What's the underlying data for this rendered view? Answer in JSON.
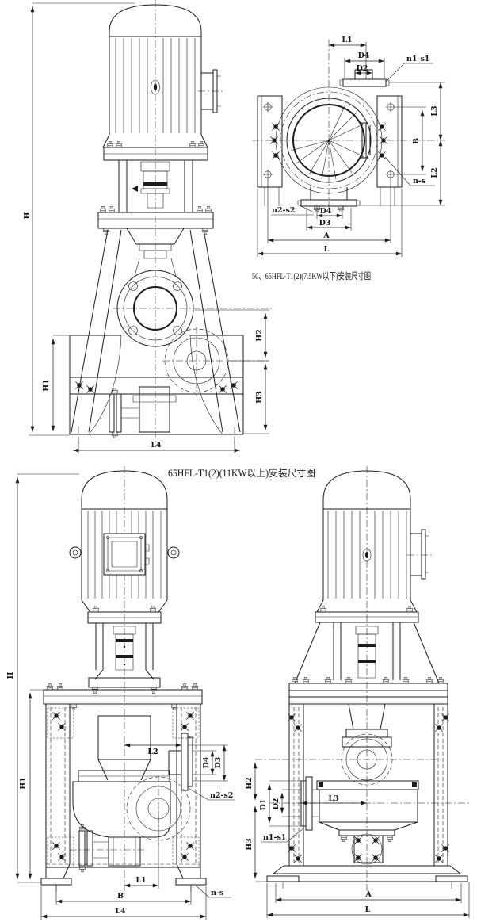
{
  "page": {
    "background": "#ffffff",
    "line_color": "#1b1b1b"
  },
  "captions": {
    "plan_small": "50、65HFL-T1(2)(7.5KW以下)安装尺寸图",
    "large_pump": "65HFL-T1(2)(11KW以上)安装尺寸图"
  },
  "fig_front_small": {
    "dims": {
      "h": "H",
      "h1": "H1",
      "h2": "H2",
      "h3": "H3",
      "l4": "L4"
    }
  },
  "fig_plan_small": {
    "dims": {
      "l1": "L1",
      "d4_top": "D4",
      "d2": "D2",
      "l3": "L3",
      "b": "B",
      "l2": "L2",
      "d4_bottom": "D4",
      "d3": "D3",
      "a": "A",
      "l": "L"
    },
    "callouts": {
      "n1_s1": "n1-s1",
      "n_s": "n-s",
      "n2_s2": "n2-s2"
    }
  },
  "fig_front_large": {
    "dims": {
      "h": "H",
      "h1": "H1",
      "l2": "L2",
      "d4": "D4",
      "d3": "D3",
      "l1": "L1",
      "b": "B",
      "l4": "L4"
    },
    "callouts": {
      "n2_s2": "n2-s2",
      "n_s": "n-s"
    }
  },
  "fig_side_large": {
    "dims": {
      "h2": "H2",
      "h3": "H3",
      "d1": "D1",
      "d2": "D2",
      "l3": "L3",
      "a": "A",
      "l": "L"
    },
    "callouts": {
      "n1_s1": "n1-s1"
    }
  }
}
